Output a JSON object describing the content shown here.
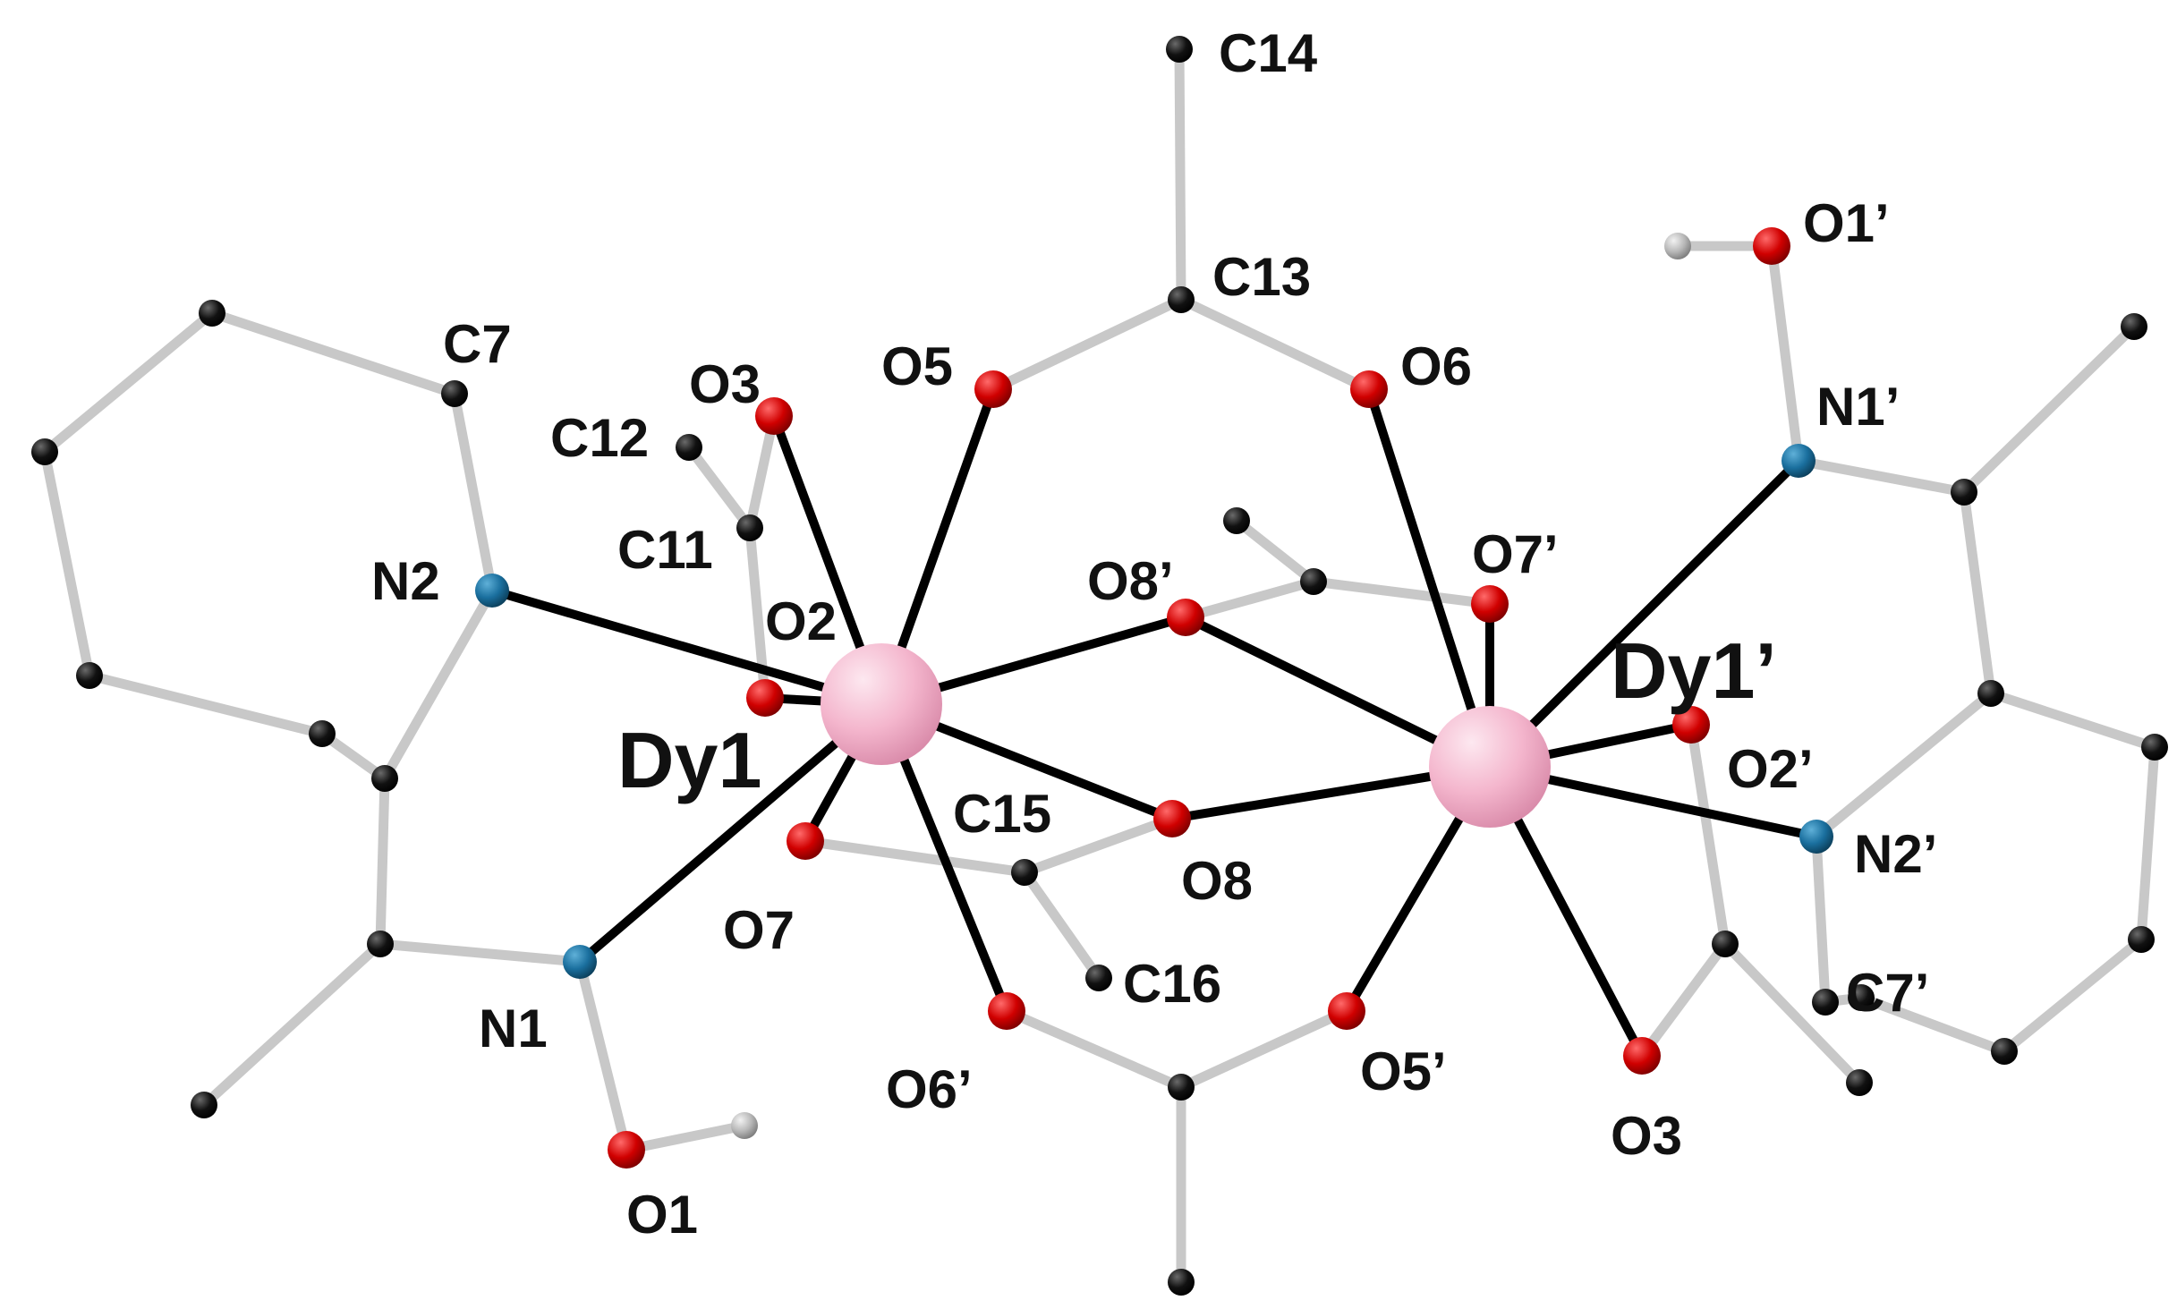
{
  "figure": {
    "colors": {
      "background": "#ffffff",
      "dy": "#f4b6cd",
      "oxygen": "#d00000",
      "nitrogen": "#1a6f9e",
      "carbon": "#111111",
      "hydrogen": "#b8b8b8",
      "bond_light": "#c8c8c8",
      "bond_dark": "#000000"
    }
  },
  "atoms": [
    {
      "id": "Dy1",
      "element": "Dy",
      "label": "Dy1"
    },
    {
      "id": "Dy1p",
      "element": "Dy",
      "label": "Dy1’"
    },
    {
      "id": "O1",
      "element": "O",
      "label": "O1"
    },
    {
      "id": "O2",
      "element": "O",
      "label": "O2"
    },
    {
      "id": "O3",
      "element": "O",
      "label": "O3"
    },
    {
      "id": "O5",
      "element": "O",
      "label": "O5"
    },
    {
      "id": "O6",
      "element": "O",
      "label": "O6"
    },
    {
      "id": "O7",
      "element": "O",
      "label": "O7"
    },
    {
      "id": "O8",
      "element": "O",
      "label": "O8"
    },
    {
      "id": "O8p",
      "element": "O",
      "label": "O8’"
    },
    {
      "id": "O7p",
      "element": "O",
      "label": "O7’"
    },
    {
      "id": "O6p",
      "element": "O",
      "label": "O6’"
    },
    {
      "id": "O5p",
      "element": "O",
      "label": "O5’"
    },
    {
      "id": "O2p",
      "element": "O",
      "label": "O2’"
    },
    {
      "id": "O3p",
      "element": "O",
      "label": "O3"
    },
    {
      "id": "O1p",
      "element": "O",
      "label": "O1’"
    },
    {
      "id": "N1",
      "element": "N",
      "label": "N1"
    },
    {
      "id": "N2",
      "element": "N",
      "label": "N2"
    },
    {
      "id": "N1p",
      "element": "N",
      "label": "N1’"
    },
    {
      "id": "N2p",
      "element": "N",
      "label": "N2’"
    },
    {
      "id": "C7",
      "element": "C",
      "label": "C7"
    },
    {
      "id": "C11",
      "element": "C",
      "label": "C11"
    },
    {
      "id": "C12",
      "element": "C",
      "label": "C12"
    },
    {
      "id": "C13",
      "element": "C",
      "label": "C13"
    },
    {
      "id": "C14",
      "element": "C",
      "label": "C14"
    },
    {
      "id": "C15",
      "element": "C",
      "label": "C15"
    },
    {
      "id": "C16",
      "element": "C",
      "label": "C16"
    },
    {
      "id": "C7p",
      "element": "C",
      "label": "C7’"
    },
    {
      "id": "L1",
      "element": "C",
      "label": ""
    },
    {
      "id": "L2",
      "element": "C",
      "label": ""
    },
    {
      "id": "L3",
      "element": "C",
      "label": ""
    },
    {
      "id": "L4",
      "element": "C",
      "label": ""
    },
    {
      "id": "L5",
      "element": "C",
      "label": ""
    },
    {
      "id": "L6",
      "element": "C",
      "label": ""
    },
    {
      "id": "L7",
      "element": "C",
      "label": ""
    },
    {
      "id": "H1",
      "element": "H",
      "label": ""
    },
    {
      "id": "Cb",
      "element": "C",
      "label": ""
    },
    {
      "id": "Cb2",
      "element": "C",
      "label": ""
    },
    {
      "id": "Cm1",
      "element": "C",
      "label": ""
    },
    {
      "id": "Cm2",
      "element": "C",
      "label": ""
    },
    {
      "id": "R1",
      "element": "C",
      "label": ""
    },
    {
      "id": "R2",
      "element": "C",
      "label": ""
    },
    {
      "id": "R3",
      "element": "C",
      "label": ""
    },
    {
      "id": "R4",
      "element": "C",
      "label": ""
    },
    {
      "id": "R5",
      "element": "C",
      "label": ""
    },
    {
      "id": "R6",
      "element": "C",
      "label": ""
    },
    {
      "id": "R7",
      "element": "C",
      "label": ""
    },
    {
      "id": "H2",
      "element": "H",
      "label": ""
    },
    {
      "id": "C11p",
      "element": "C",
      "label": ""
    },
    {
      "id": "C12p",
      "element": "C",
      "label": ""
    }
  ],
  "bonds": [
    {
      "a": "Dy1",
      "b": "N2",
      "type": "dark"
    },
    {
      "a": "Dy1",
      "b": "N1",
      "type": "dark"
    },
    {
      "a": "Dy1",
      "b": "O2",
      "type": "dark"
    },
    {
      "a": "Dy1",
      "b": "O3",
      "type": "dark"
    },
    {
      "a": "Dy1",
      "b": "O5",
      "type": "dark"
    },
    {
      "a": "Dy1",
      "b": "O8p",
      "type": "dark"
    },
    {
      "a": "Dy1",
      "b": "O8",
      "type": "dark"
    },
    {
      "a": "Dy1",
      "b": "O7",
      "type": "dark"
    },
    {
      "a": "Dy1",
      "b": "O6p",
      "type": "dark"
    },
    {
      "a": "Dy1p",
      "b": "O6",
      "type": "dark"
    },
    {
      "a": "Dy1p",
      "b": "N1p",
      "type": "dark"
    },
    {
      "a": "Dy1p",
      "b": "O7p",
      "type": "dark"
    },
    {
      "a": "Dy1p",
      "b": "O2p",
      "type": "dark"
    },
    {
      "a": "Dy1p",
      "b": "N2p",
      "type": "dark"
    },
    {
      "a": "Dy1p",
      "b": "O3p",
      "type": "dark"
    },
    {
      "a": "Dy1p",
      "b": "O5p",
      "type": "dark"
    },
    {
      "a": "Dy1p",
      "b": "O8",
      "type": "dark"
    },
    {
      "a": "Dy1p",
      "b": "O8p",
      "type": "dark"
    },
    {
      "a": "C14",
      "b": "C13",
      "type": "light"
    },
    {
      "a": "C13",
      "b": "O5",
      "type": "light"
    },
    {
      "a": "C13",
      "b": "O6",
      "type": "light"
    },
    {
      "a": "N2",
      "b": "C7",
      "type": "light"
    },
    {
      "a": "C7",
      "b": "L1",
      "type": "light"
    },
    {
      "a": "L1",
      "b": "L2",
      "type": "light"
    },
    {
      "a": "L2",
      "b": "L3",
      "type": "light"
    },
    {
      "a": "L3",
      "b": "L4",
      "type": "light"
    },
    {
      "a": "L4",
      "b": "L5",
      "type": "light"
    },
    {
      "a": "L5",
      "b": "N2",
      "type": "light"
    },
    {
      "a": "L5",
      "b": "L6",
      "type": "light"
    },
    {
      "a": "L6",
      "b": "N1",
      "type": "light"
    },
    {
      "a": "L6",
      "b": "L7",
      "type": "light"
    },
    {
      "a": "N1",
      "b": "O1",
      "type": "light"
    },
    {
      "a": "O1",
      "b": "H1",
      "type": "light"
    },
    {
      "a": "C12",
      "b": "C11",
      "type": "light"
    },
    {
      "a": "C11",
      "b": "O3",
      "type": "light"
    },
    {
      "a": "C11",
      "b": "O2",
      "type": "light"
    },
    {
      "a": "O7",
      "b": "C15",
      "type": "light"
    },
    {
      "a": "C15",
      "b": "O8",
      "type": "light"
    },
    {
      "a": "C15",
      "b": "C16",
      "type": "light"
    },
    {
      "a": "O8p",
      "b": "Cm1",
      "type": "light"
    },
    {
      "a": "Cm1",
      "b": "Cm2",
      "type": "light"
    },
    {
      "a": "Cm1",
      "b": "O7p",
      "type": "light"
    },
    {
      "a": "O6p",
      "b": "Cb",
      "type": "light"
    },
    {
      "a": "Cb",
      "b": "O5p",
      "type": "light"
    },
    {
      "a": "Cb",
      "b": "Cb2",
      "type": "light"
    },
    {
      "a": "O1p",
      "b": "H2",
      "type": "light"
    },
    {
      "a": "O1p",
      "b": "N1p",
      "type": "light"
    },
    {
      "a": "N1p",
      "b": "R1",
      "type": "light"
    },
    {
      "a": "R1",
      "b": "R2",
      "type": "light"
    },
    {
      "a": "R1",
      "b": "R3",
      "type": "light"
    },
    {
      "a": "R3",
      "b": "N2p",
      "type": "light"
    },
    {
      "a": "R3",
      "b": "R4",
      "type": "light"
    },
    {
      "a": "R4",
      "b": "R5",
      "type": "light"
    },
    {
      "a": "R5",
      "b": "R6",
      "type": "light"
    },
    {
      "a": "R6",
      "b": "R7",
      "type": "light"
    },
    {
      "a": "R7",
      "b": "C7p",
      "type": "light"
    },
    {
      "a": "C7p",
      "b": "N2p",
      "type": "light"
    },
    {
      "a": "O2p",
      "b": "C11p",
      "type": "light"
    },
    {
      "a": "C11p",
      "b": "O3p",
      "type": "light"
    },
    {
      "a": "C11p",
      "b": "C12p",
      "type": "light"
    }
  ]
}
